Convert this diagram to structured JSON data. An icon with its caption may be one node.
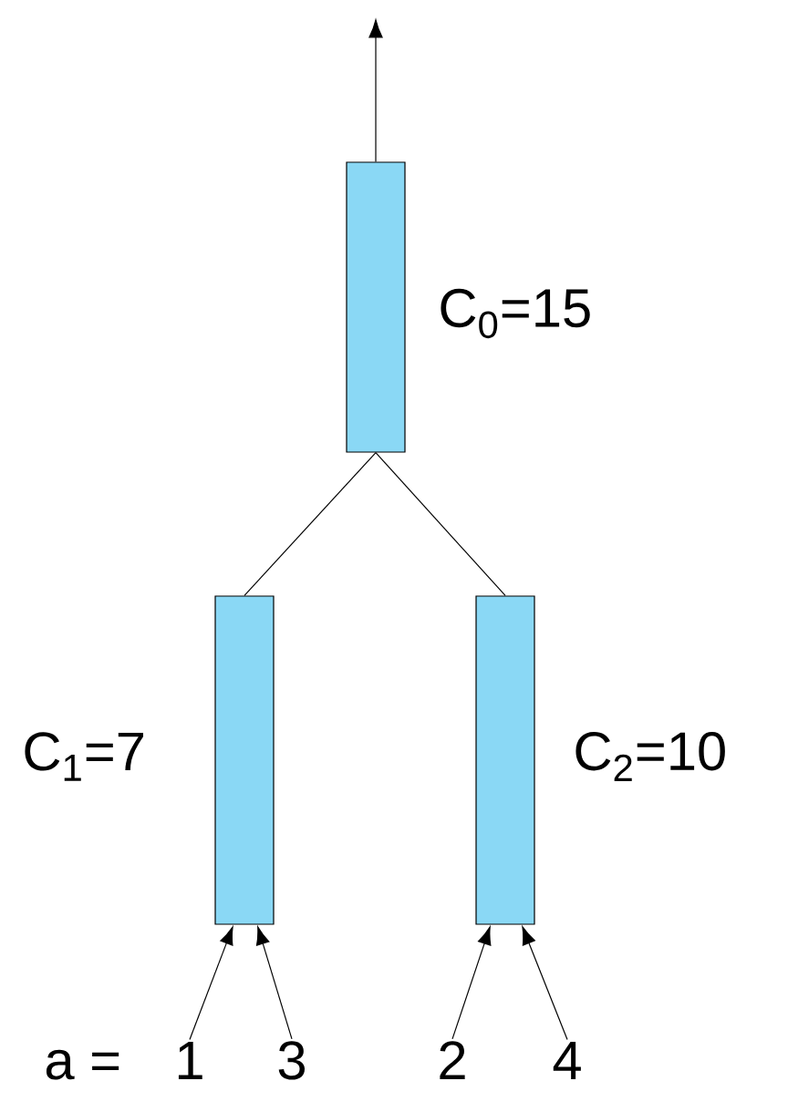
{
  "diagram": {
    "nodes": [
      {
        "text": [],
        "shape": "bar",
        "beside": [
          "C$_{0}$=15"
        ]
      },
      {
        "text": [],
        "shape": "bar",
        "beside": [
          "C$_{1}$=7"
        ]
      },
      {
        "text": [],
        "shape": "bar",
        "beside": [
          "C$_{2}$=10"
        ]
      },
      {
        "text": [
          "1"
        ]
      },
      {
        "text": [
          "3"
        ]
      },
      {
        "text": [
          "2"
        ]
      },
      {
        "text": [
          "4"
        ]
      }
    ],
    "edges": [
      {
        "from": 0,
        "to": null,
        "arrow": "to"
      },
      {
        "from": 0,
        "to": 1,
        "arrow": "none"
      },
      {
        "from": 0,
        "to": 2,
        "arrow": "none"
      },
      {
        "from": 3,
        "to": 1,
        "arrow": "to"
      },
      {
        "from": 4,
        "to": 1,
        "arrow": "to"
      },
      {
        "from": 5,
        "to": 2,
        "arrow": "to"
      },
      {
        "from": 6,
        "to": 2,
        "arrow": "to"
      }
    ],
    "labels": [
      "a ="
    ]
  }
}
